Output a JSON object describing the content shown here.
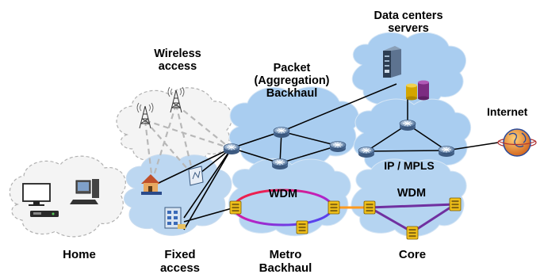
{
  "labels": {
    "data_centers": "Data centers\nservers",
    "wireless": "Wireless\naccess",
    "packet": "Packet\n(Aggregation)\nBackhaul",
    "internet": "Internet",
    "ip_mpls": "IP / MPLS",
    "wdm_metro": "WDM",
    "wdm_core": "WDM",
    "home": "Home",
    "fixed_access": "Fixed\naccess",
    "metro_backhaul": "Metro\nBackhaul",
    "core": "Core"
  },
  "colors": {
    "cloud_fill": "#b7d4f0",
    "cloud_fill_light": "#d3e4f5",
    "cloud_grey": "#f2f2f2",
    "router": "#6e8fb6",
    "wdm_ring_red": "#ff2020",
    "wdm_ring_purple": "#7030a0",
    "wdm_ring_blue": "#3060ff",
    "amplifier": "#f0c020",
    "orange_link": "#ff9a1f"
  },
  "icons": [
    "router-icon",
    "cell-tower-icon",
    "server-icon",
    "database-icon",
    "house-icon",
    "wifi-access-point-icon",
    "office-building-icon",
    "tv-icon",
    "desktop-pc-icon",
    "set-top-box-icon",
    "globe-icon",
    "optical-amplifier-icon"
  ]
}
